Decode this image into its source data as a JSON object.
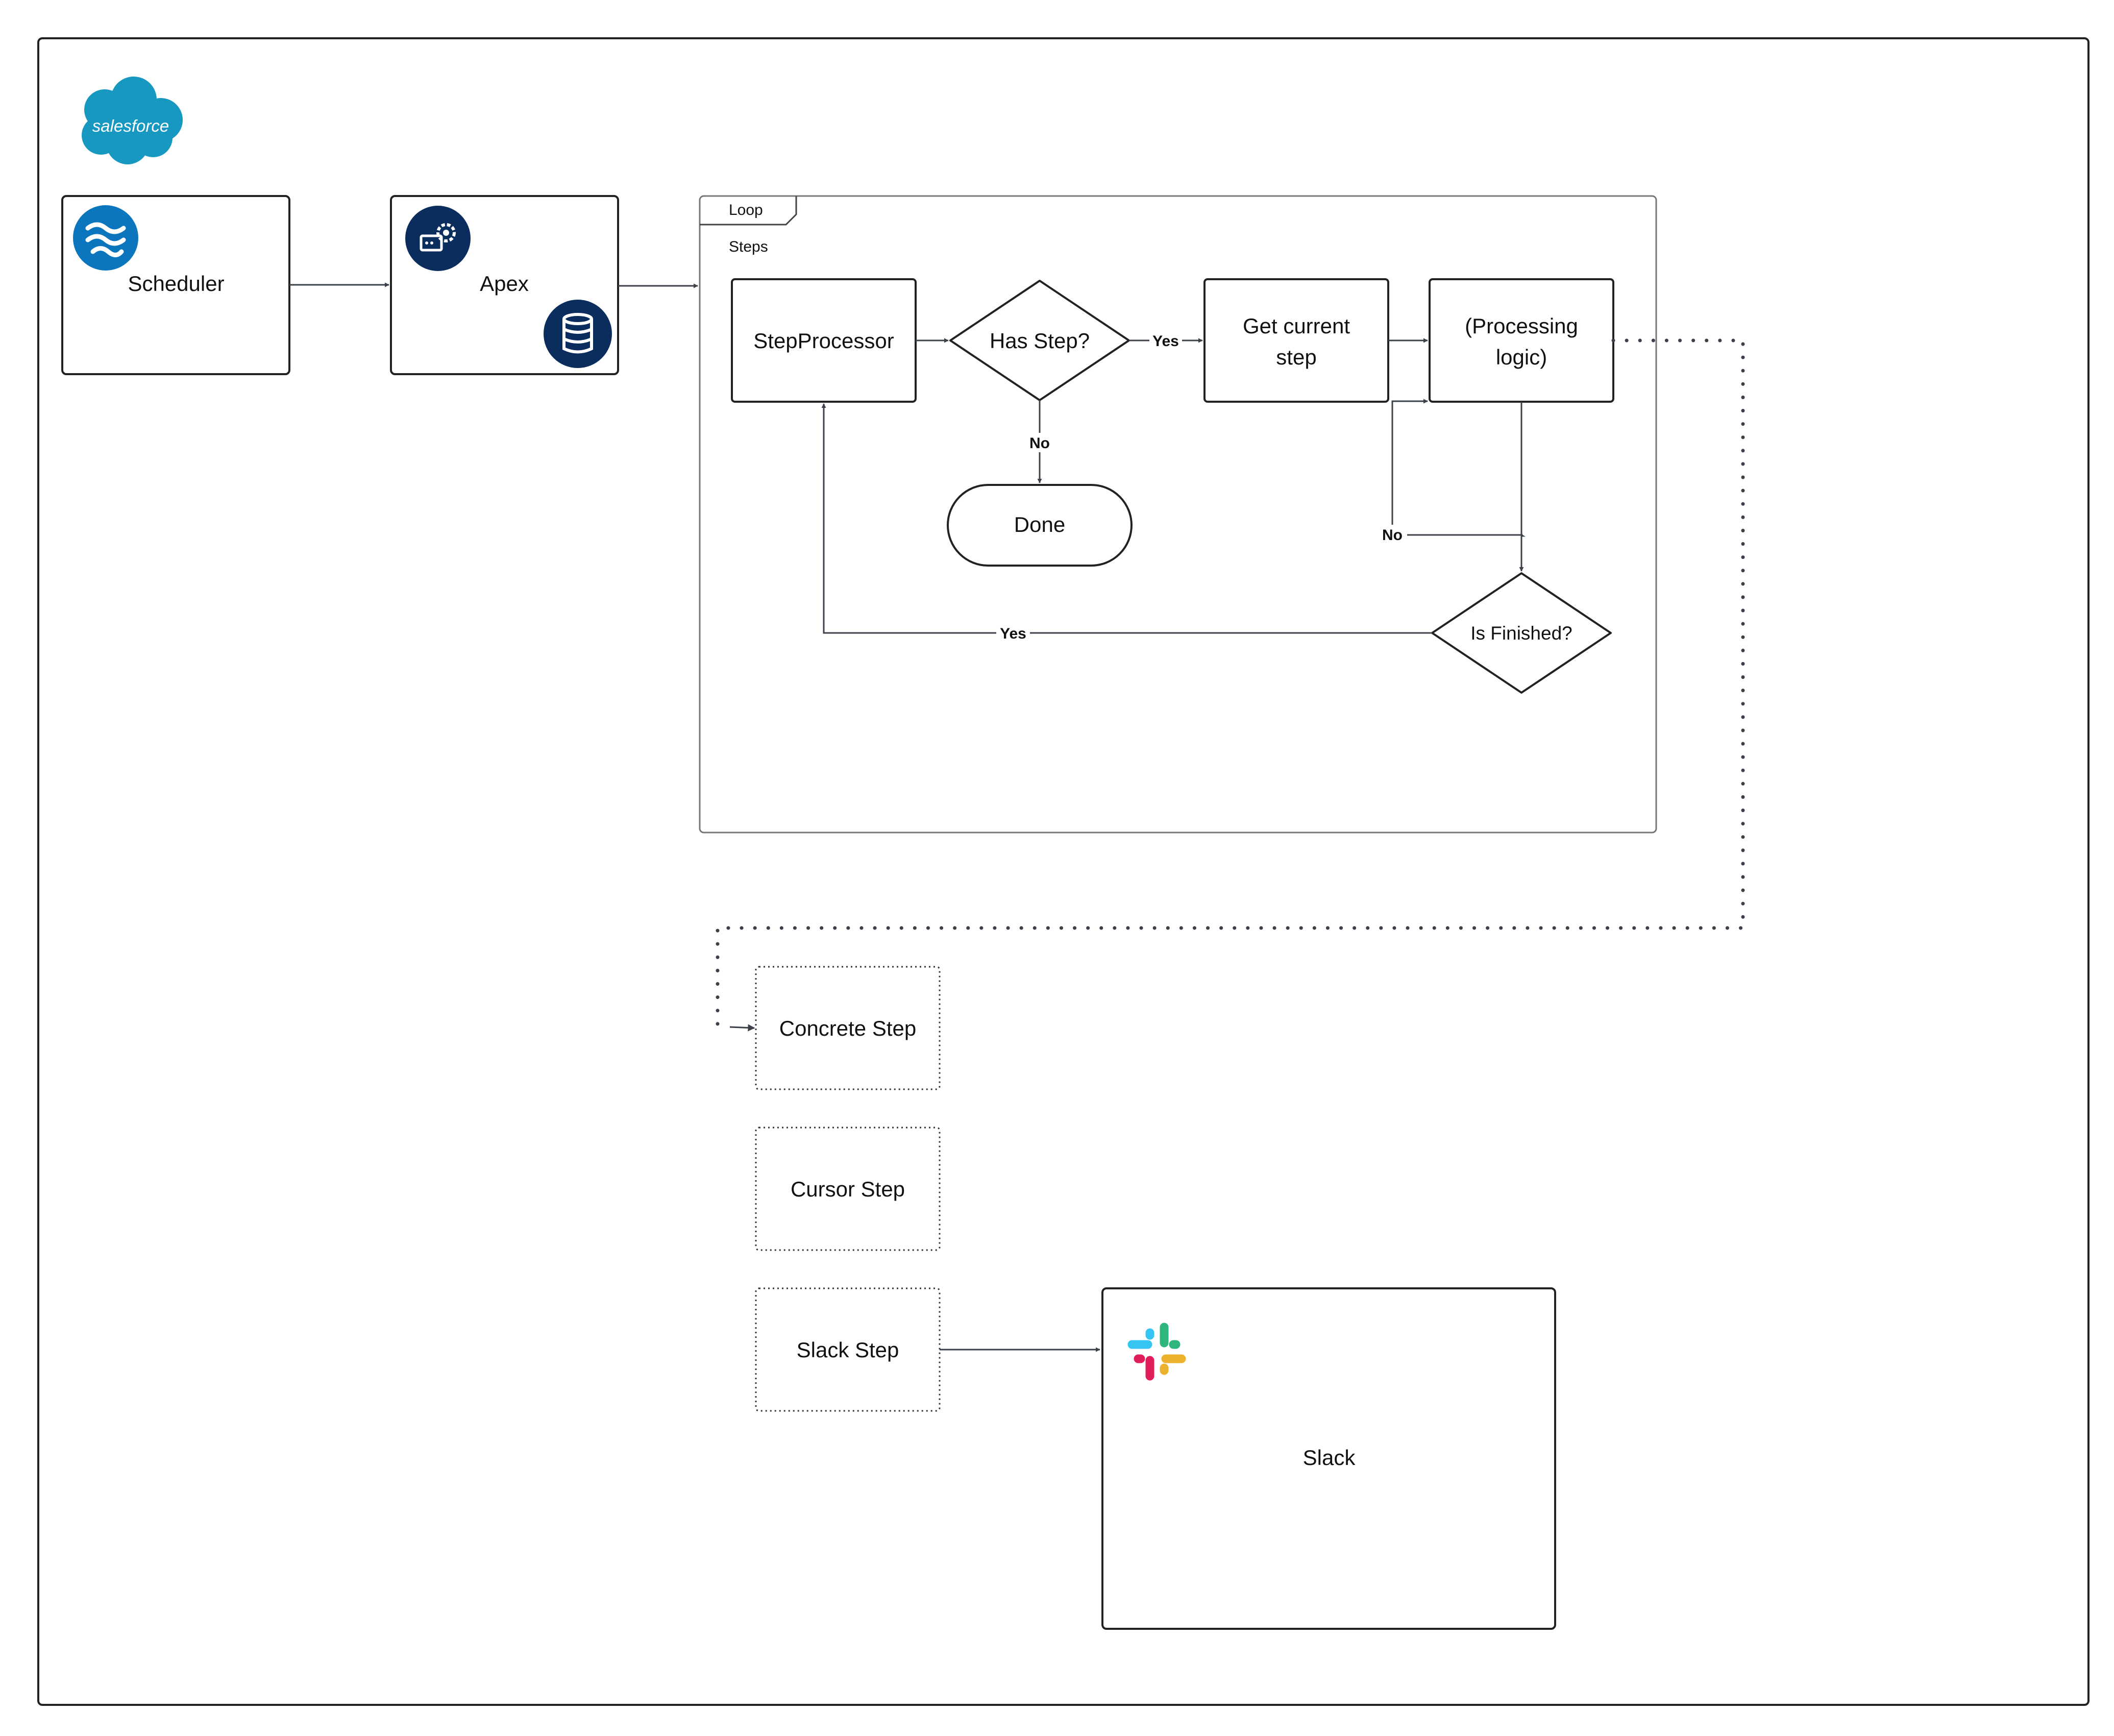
{
  "logo": {
    "text": "salesforce",
    "color": "#1798c1"
  },
  "nodes": {
    "scheduler": {
      "label": "Scheduler",
      "icon": "flow-icon",
      "icon_color": "#0b76bd"
    },
    "apex": {
      "label": "Apex",
      "icon": "gear-code-icon",
      "secondary_icon": "database-icon",
      "icon_color": "#0b2d5e"
    },
    "loop": {
      "tab_label": "Loop",
      "title": "Steps"
    },
    "step_processor": {
      "label": "StepProcessor"
    },
    "has_step": {
      "label": "Has Step?"
    },
    "get_current_step": {
      "line1": "Get current",
      "line2": "step"
    },
    "processing_logic": {
      "line1": "(Processing",
      "line2": "logic)"
    },
    "done": {
      "label": "Done"
    },
    "is_finished": {
      "label": "Is Finished?"
    },
    "concrete_step": {
      "label": "Concrete Step"
    },
    "cursor_step": {
      "label": "Cursor Step"
    },
    "slack_step": {
      "label": "Slack Step"
    },
    "slack": {
      "label": "Slack",
      "icon": "slack-icon",
      "colors": [
        "#36c5f0",
        "#2eb67d",
        "#ecb22e",
        "#e01e5a"
      ]
    }
  },
  "edge_labels": {
    "has_step_yes": "Yes",
    "has_step_no": "No",
    "is_finished_no": "No",
    "is_finished_yes": "Yes"
  }
}
